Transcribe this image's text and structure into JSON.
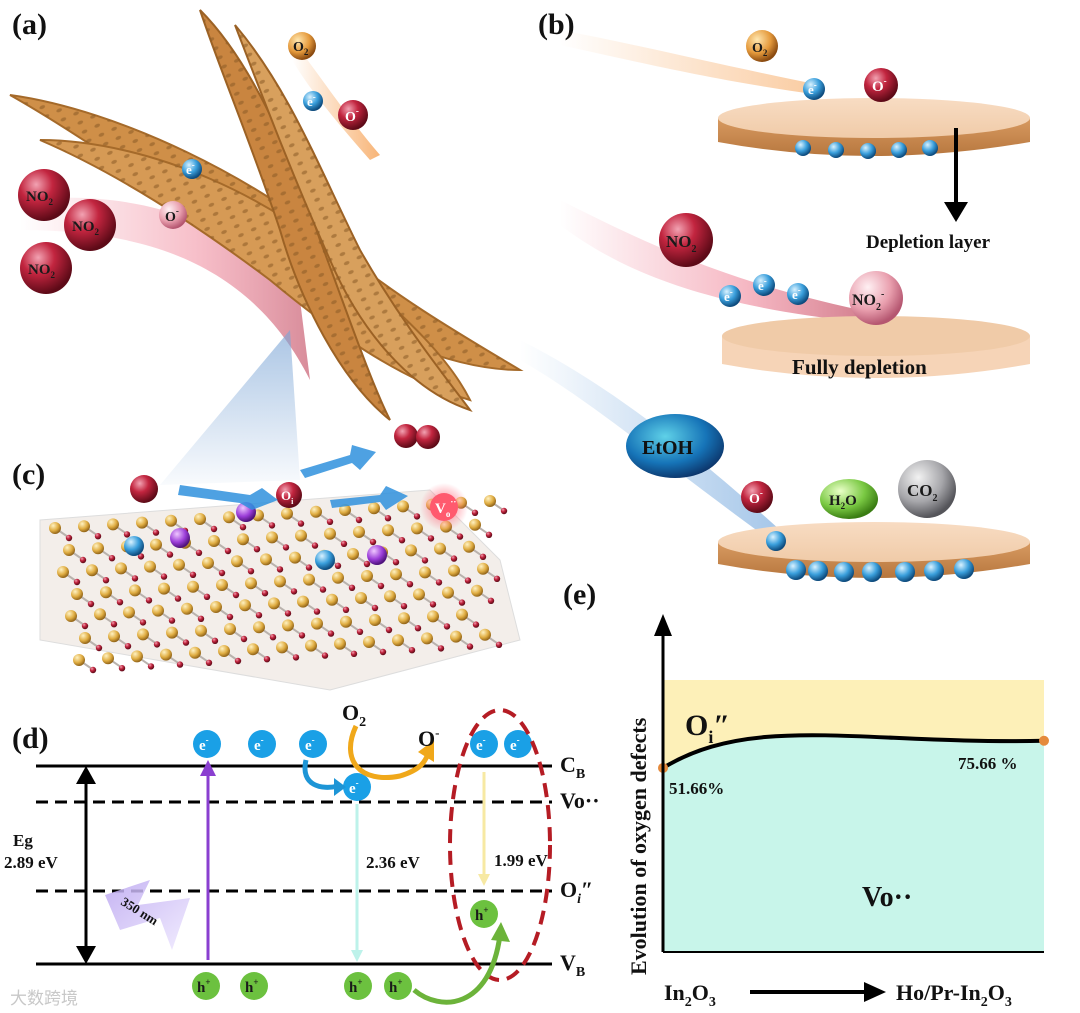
{
  "panels": {
    "a": "(a)",
    "b": "(b)",
    "c": "(c)",
    "d": "(d)",
    "e": "(e)"
  },
  "panel_a": {
    "o2": "O",
    "o2_sub": "2",
    "electron": "e",
    "electron_sup": "-",
    "o_minus": "O",
    "o_minus_sup": "-",
    "no2": "NO",
    "no2_sub": "2"
  },
  "panel_b": {
    "depletion_layer": "Depletion layer",
    "fully_depletion": "Fully depletion",
    "no2_ion": "NO",
    "no2_ion_sub": "2",
    "no2_ion_sup": "-",
    "etoh": "EtOH",
    "h2o": "H",
    "h2o_sub": "2",
    "h2o_tail": "O",
    "co2": "CO",
    "co2_sub": "2"
  },
  "panel_c": {
    "vacancy_label": "V",
    "vacancy_sub": "o",
    "vacancy_sup": "··",
    "oi_label": "O",
    "oi_sub": "i"
  },
  "panel_d": {
    "cb_label": "C",
    "cb_sub": "B",
    "vb_label": "V",
    "vb_sub": "B",
    "vo_level": "Vo··",
    "oi_level": "O",
    "oi_sub": "i",
    "oi_sup": "″",
    "eg_label": "Eg",
    "eg_value": "2.89 eV",
    "gap_236": "2.36 eV",
    "gap_199": "1.99 eV",
    "excitation": "350 nm",
    "o2_label": "O",
    "o2_sub": "2",
    "o_minus": "O",
    "o_minus_sup": "-",
    "electron": "e",
    "electron_sup": "-",
    "hole": "h",
    "hole_sup": "+"
  },
  "chart_data": {
    "type": "area",
    "ylabel": "Evolution of oxygen defects",
    "x_start": "In",
    "x_start_sub": "2",
    "x_start_tail": "O",
    "x_start_sub2": "3",
    "x_end": "Ho/Pr-In",
    "x_end_sub": "2",
    "x_end_tail": "O",
    "x_end_sub2": "3",
    "region_upper": "O",
    "region_upper_sub": "i",
    "region_upper_sup": "″",
    "region_lower": "Vo··",
    "points": [
      {
        "label": "51.66%",
        "value": 51.66
      },
      {
        "label": "75.66 %",
        "value": 75.66
      }
    ],
    "colors": {
      "upper": "#fdf0b8",
      "lower": "#c8f5ea",
      "curve": "#000000",
      "marker": "#e58a3c"
    }
  },
  "watermark": "大数跨境"
}
